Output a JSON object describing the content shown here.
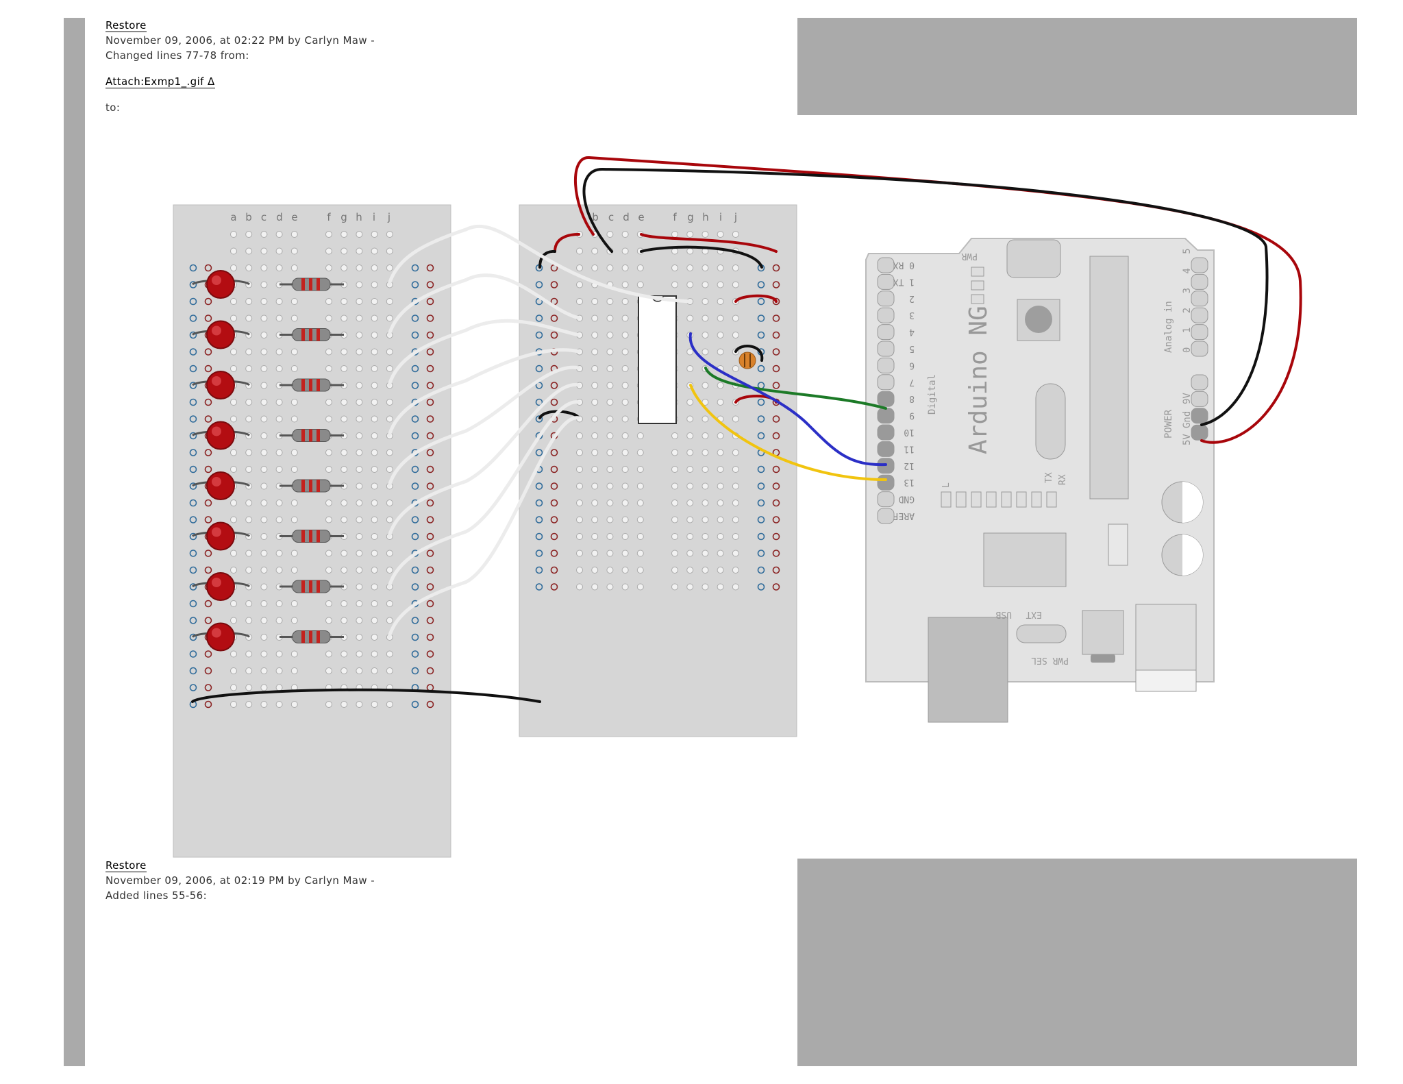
{
  "history": [
    {
      "restore_label": "Restore",
      "meta": "November 09, 2006, at 02:22 PM by Carlyn Maw -",
      "change": "Changed lines 77-78 from:",
      "attachment_label": "Attach:Exmp1_.gif Δ",
      "to_label": "to:"
    },
    {
      "restore_label": "Restore",
      "meta": "November 09, 2006, at 02:19 PM by Carlyn Maw -",
      "change": "Added lines 55-56:"
    }
  ],
  "diagram": {
    "breadboard_columns_left": [
      "a",
      "b",
      "c",
      "d",
      "e"
    ],
    "breadboard_columns_right": [
      "f",
      "g",
      "h",
      "i",
      "j"
    ],
    "board_name": "Arduino NG",
    "digital_label": "Digital",
    "digital_pins": [
      "0 RX",
      "1 TX",
      "2",
      "3",
      "4",
      "5",
      "6",
      "7",
      "8",
      "9",
      "10",
      "11",
      "12",
      "13",
      "GND",
      "AREF"
    ],
    "analog_label": "Analog in",
    "analog_pins": "0 1 2 3 4 5",
    "power_label": "POWER",
    "power_pins": [
      "9V",
      "Gnd",
      "5V"
    ],
    "pwr_label": "PWR",
    "led_label": "L",
    "tx_label": "TX",
    "rx_label": "RX",
    "ext_label": "EXT",
    "usb_label": "USB",
    "pwr_sel_label": "PWR SEL",
    "wire_colors": {
      "red": "#a8060b",
      "black": "#111111",
      "white": "#ececec",
      "green": "#1c7a27",
      "blue": "#2b2fc6",
      "yellow": "#f1c40f"
    },
    "led_count": 8
  }
}
